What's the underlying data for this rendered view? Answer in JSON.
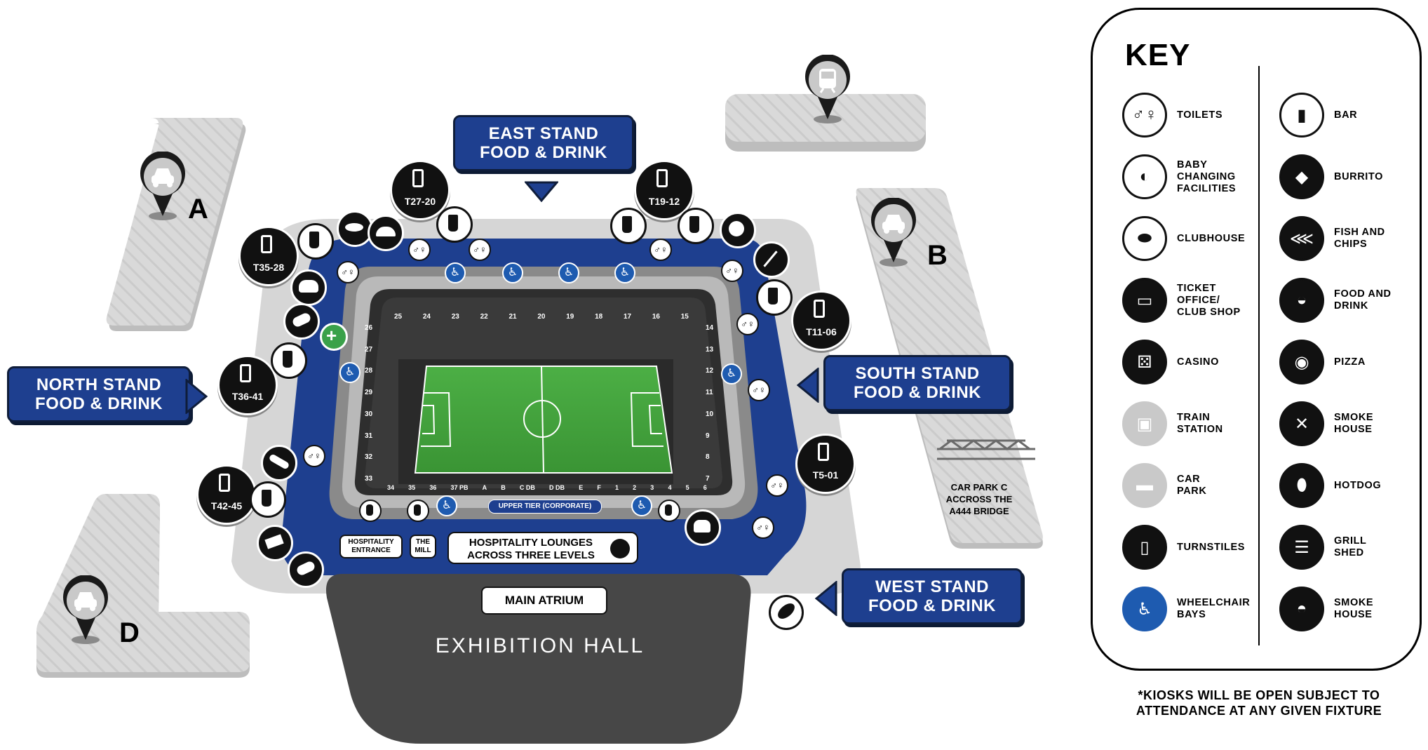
{
  "areas": {
    "a": "A",
    "b": "B",
    "d": "D"
  },
  "food_labels": {
    "east": [
      "EAST STAND",
      "FOOD & DRINK"
    ],
    "north": [
      "NORTH STAND",
      "FOOD & DRINK"
    ],
    "south": [
      "SOUTH STAND",
      "FOOD & DRINK"
    ],
    "west": [
      "WEST STAND",
      "FOOD & DRINK"
    ]
  },
  "turnstiles": {
    "t27": "T27-20",
    "t19": "T19-12",
    "t35": "T35-28",
    "t11": "T11-06",
    "t36": "T36-41",
    "t5": "T5-01",
    "t42": "T42-45"
  },
  "car_park_c": [
    "CAR PARK C",
    "ACCROSS THE",
    "A444 BRIDGE"
  ],
  "hospitality_entrance": [
    "HOSPITALITY",
    "ENTRANCE"
  ],
  "the_mill": [
    "THE",
    "MILL"
  ],
  "hospitality_lounges": [
    "HOSPITALITY LOUNGES",
    "ACROSS THREE LEVELS"
  ],
  "main_atrium": "MAIN ATRIUM",
  "exhibition_hall": "EXHIBITION HALL",
  "upper_tier": "UPPER TIER (CORPORATE)",
  "blocks": {
    "top": [
      "25",
      "24",
      "23",
      "22",
      "21",
      "20",
      "19",
      "18",
      "17",
      "16",
      "15"
    ],
    "left": [
      "26",
      "27",
      "28",
      "29",
      "30",
      "31",
      "32",
      "33"
    ],
    "right": [
      "14",
      "13",
      "12",
      "11",
      "10",
      "9",
      "8",
      "7"
    ],
    "bottom": [
      "34",
      "35",
      "36",
      "37 PB",
      "A",
      "B",
      "C DB",
      "D DB",
      "E",
      "F",
      "1",
      "2",
      "3",
      "4",
      "5",
      "6"
    ]
  },
  "key": {
    "title": "KEY",
    "left": [
      {
        "icon": "toilets-icon",
        "label": "TOILETS"
      },
      {
        "icon": "baby-changing-icon",
        "label": "BABY\nCHANGING\nFACILITIES"
      },
      {
        "icon": "clubhouse-icon",
        "label": "CLUBHOUSE"
      },
      {
        "icon": "ticket-icon",
        "label": "TICKET\nOFFICE/\nCLUB SHOP"
      },
      {
        "icon": "casino-icon",
        "label": "CASINO"
      },
      {
        "icon": "train-icon",
        "label": "TRAIN\nSTATION"
      },
      {
        "icon": "car-icon",
        "label": "CAR\nPARK"
      },
      {
        "icon": "turnstile-icon",
        "label": "TURNSTILES"
      },
      {
        "icon": "wheelchair-icon",
        "label": "WHEELCHAIR\nBAYS"
      }
    ],
    "right": [
      {
        "icon": "bar-icon",
        "label": "BAR"
      },
      {
        "icon": "burrito-icon",
        "label": "BURRITO"
      },
      {
        "icon": "fish-icon",
        "label": "FISH AND\nCHIPS"
      },
      {
        "icon": "food-drink-icon",
        "label": "FOOD AND\nDRINK"
      },
      {
        "icon": "pizza-icon",
        "label": "PIZZA"
      },
      {
        "icon": "smokehouse-icon",
        "label": "SMOKE\nHOUSE"
      },
      {
        "icon": "hotdog-icon",
        "label": "HOTDOG"
      },
      {
        "icon": "burger-icon",
        "label": "GRILL\nSHED"
      },
      {
        "icon": "pie-icon",
        "label": "SMOKE\nHOUSE"
      }
    ]
  },
  "note": [
    "*KIOSKS WILL BE OPEN SUBJECT TO",
    "ATTENDANCE AT ANY GIVEN FIXTURE"
  ],
  "colors": {
    "blue": "#1e3f8f",
    "navy": "#0f1d3a",
    "pitch": "#3f9e3a",
    "grey": "#d4d4d4",
    "hall": "#474747"
  }
}
